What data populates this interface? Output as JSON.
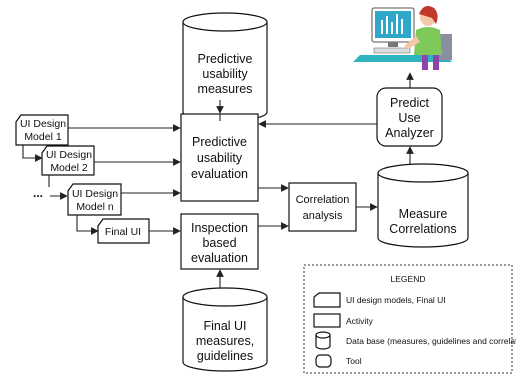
{
  "nodes": {
    "predictive_measures": [
      "Predictive",
      "usability",
      "measures"
    ],
    "predictive_evaluation": [
      "Predictive",
      "usability",
      "evaluation"
    ],
    "inspection_evaluation": [
      "Inspection",
      "based",
      "evaluation"
    ],
    "final_ui_measures": [
      "Final UI",
      "measures,",
      "guidelines"
    ],
    "correlation_analysis": [
      "Correlation",
      "analysis"
    ],
    "measure_correlations": [
      "Measure",
      "Correlations"
    ],
    "predict_use_analyzer": [
      "Predict",
      "Use",
      "Analyzer"
    ],
    "model_1": [
      "UI Design",
      "Model 1"
    ],
    "model_2": [
      "UI Design",
      "Model 2"
    ],
    "model_n": [
      "UI Design",
      "Model n"
    ],
    "final_ui": "Final UI",
    "ellipsis": "..."
  },
  "legend": {
    "title": "LEGEND",
    "items": [
      "UI design models, Final UI",
      "Activity",
      "Data base (measures, guidelines and correlation",
      "Tool"
    ]
  },
  "icons": {
    "user": "user-at-computer-icon"
  }
}
